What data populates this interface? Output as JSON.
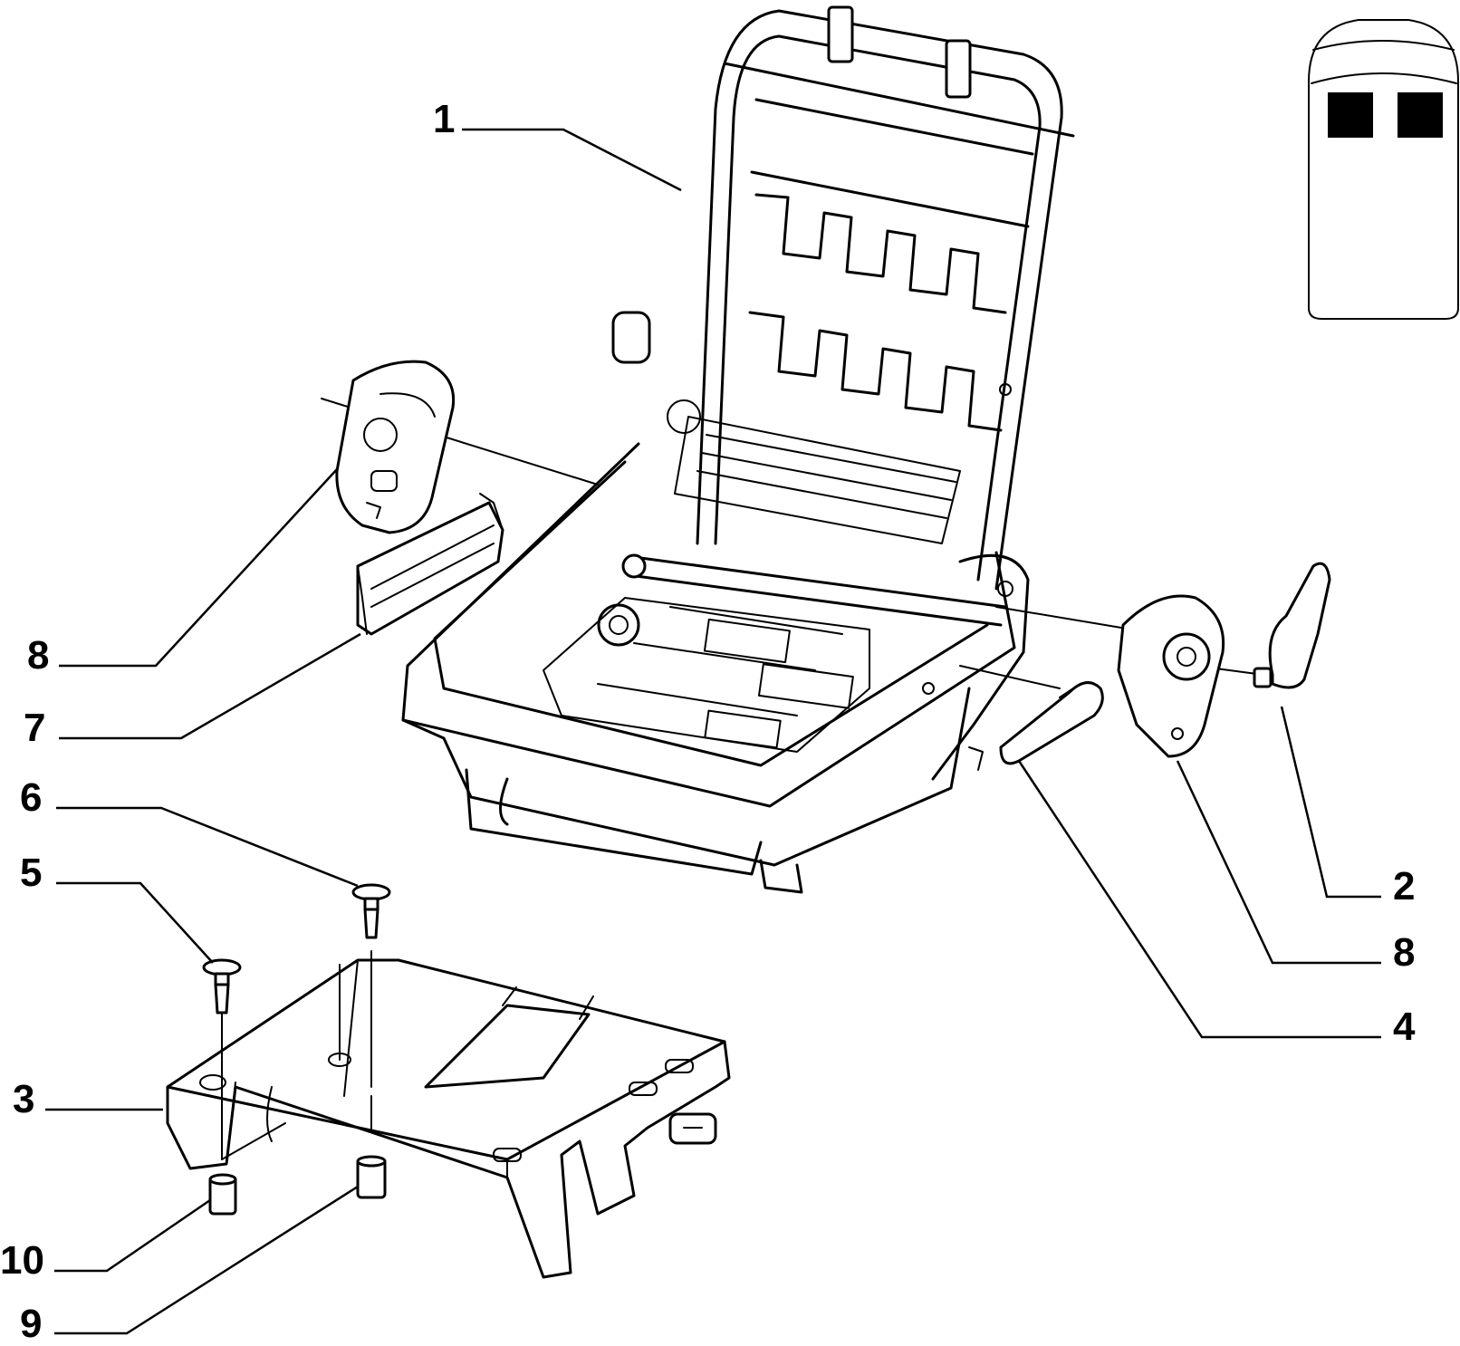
{
  "callouts": [
    {
      "id": "c1",
      "label": "1",
      "part": "seat-back-frame"
    },
    {
      "id": "c2",
      "label": "2",
      "part": "recliner-handle"
    },
    {
      "id": "c3",
      "label": "3",
      "part": "seat-base-bracket"
    },
    {
      "id": "c4",
      "label": "4",
      "part": "lever-handle"
    },
    {
      "id": "c5",
      "label": "5",
      "part": "screw-left"
    },
    {
      "id": "c6",
      "label": "6",
      "part": "screw-right"
    },
    {
      "id": "c7",
      "label": "7",
      "part": "mounting-bracket"
    },
    {
      "id": "c8a",
      "label": "8",
      "part": "hinge-cover-left"
    },
    {
      "id": "c8b",
      "label": "8",
      "part": "hinge-cover-right"
    },
    {
      "id": "c9",
      "label": "9",
      "part": "spacer-right"
    },
    {
      "id": "c10",
      "label": "10",
      "part": "spacer-left"
    }
  ],
  "locator": {
    "icon": "vehicle-seat-locator-icon",
    "highlighted_seats": 2,
    "highlight_color": "#000000"
  },
  "colors": {
    "line": "#000000",
    "background": "#ffffff"
  }
}
